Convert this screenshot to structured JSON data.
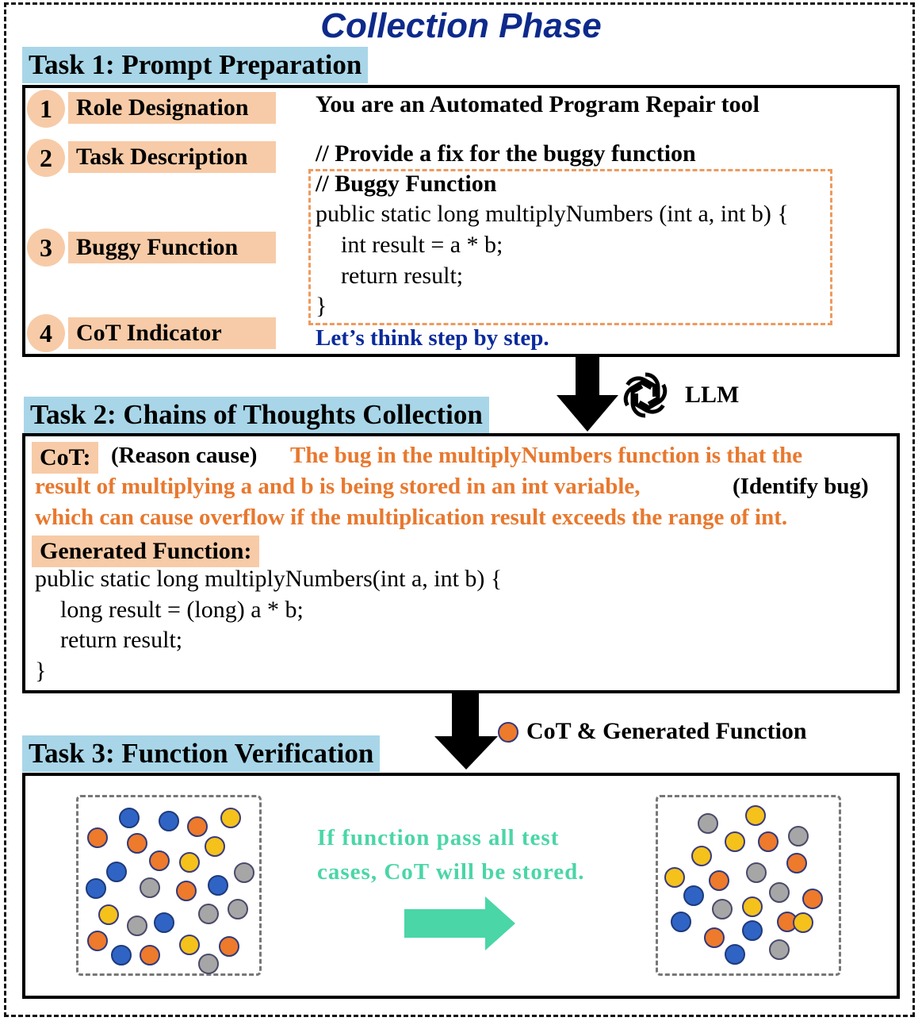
{
  "phase_title": "Collection Phase",
  "task1": {
    "header": "Task 1: Prompt Preparation",
    "steps": [
      {
        "num": "1",
        "label": "Role Designation"
      },
      {
        "num": "2",
        "label": "Task Description"
      },
      {
        "num": "3",
        "label": "Buggy Function"
      },
      {
        "num": "4",
        "label": "CoT Indicator"
      }
    ],
    "role_text": "You are an Automated Program Repair tool",
    "task_text": "// Provide a fix for the buggy function",
    "buggy_comment": "// Buggy Function",
    "code": [
      "public static long multiplyNumbers (int a, int b) {",
      "int result = a * b;",
      "return result;",
      "}"
    ],
    "cot_indicator": "Let’s think step by step."
  },
  "llm_label": "LLM",
  "task2": {
    "header": "Task 2: Chains of Thoughts Collection",
    "cot_label": "CoT:",
    "reason_tag": "(Reason cause)",
    "reason_text_1": "The bug in the multiplyNumbers function is that the",
    "reason_text_2": "result of multiplying a and b is being stored in an int variable,",
    "identify_tag": "(Identify bug)",
    "reason_text_3": "which can cause overflow if the multiplication result exceeds the range of int.",
    "gen_label": "Generated Function:",
    "code": [
      "public static long multiplyNumbers(int a, int b) {",
      "long result = (long) a * b;",
      "return result;",
      "}"
    ]
  },
  "legend_label": "CoT & Generated Function",
  "task3": {
    "header": "Task 3: Function Verification",
    "message_1": "If function pass all test",
    "message_2": "cases, CoT will be stored."
  },
  "colors": {
    "phase_title": "#0d2a8c",
    "task_header_bg": "#a8d6e8",
    "step_bg": "#f7cba7",
    "reason_text": "#e8782e",
    "cot_indicator": "#0b2a9c",
    "verify_text": "#4ad6a6",
    "dot_orange": "#ee7a2c",
    "dot_blue": "#2f64c5",
    "dot_gold": "#f4c21b",
    "dot_gray": "#a6a6a6"
  }
}
